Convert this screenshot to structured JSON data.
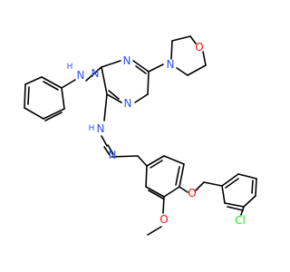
{
  "molecule": {
    "atoms": {
      "n_triazine_top": "N",
      "n_triazine_left": "N",
      "n_triazine_bottom": "N",
      "n_morpholine": "N",
      "o_morpholine": "O",
      "n_anilino": "N",
      "h_anilino": "H",
      "n_hydrazine_1": "N",
      "h_hydrazine": "H",
      "n_hydrazine_2": "N",
      "o_methoxy": "O",
      "o_benzyloxy": "O",
      "cl": "Cl"
    },
    "colors": {
      "nitrogen": "#3050F8",
      "oxygen": "#FF0D0D",
      "chlorine": "#1FF01F",
      "carbon": "#000000"
    }
  }
}
